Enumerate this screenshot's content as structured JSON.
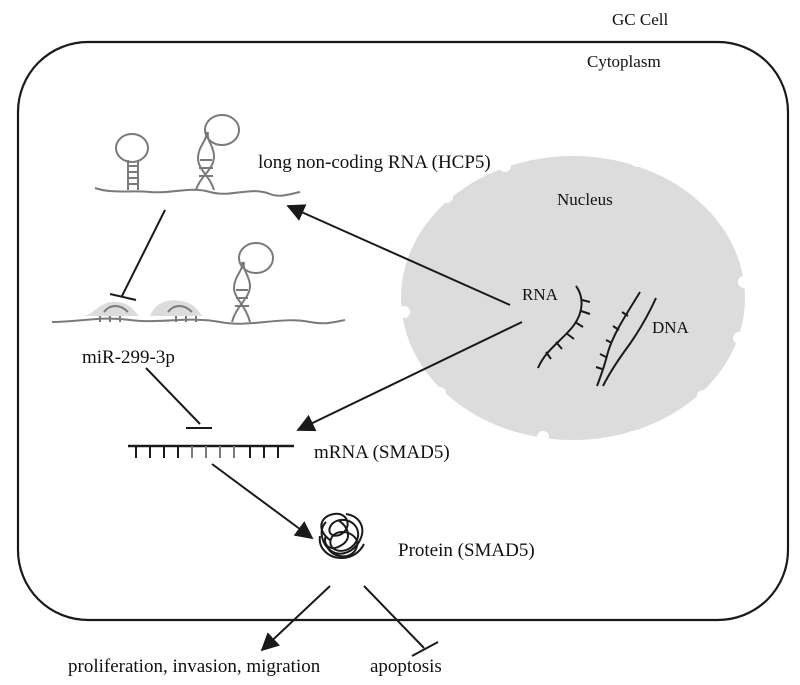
{
  "labels": {
    "gc_cell": "GC Cell",
    "cytoplasm": "Cytoplasm",
    "nucleus": "Nucleus",
    "lncrna": "long non-coding RNA (HCP5)",
    "rna": "RNA",
    "dna": "DNA",
    "mirna": "miR-299-3p",
    "mrna": "mRNA (SMAD5)",
    "protein": "Protein (SMAD5)",
    "outcome_promoted": "proliferation, invasion, migration",
    "outcome_inhibited": "apoptosis"
  },
  "colors": {
    "line": "#1a1a1a",
    "strand": "#7a7a7a",
    "nucleus_fill": "#dcdcdc",
    "cell_border": "#1a1a1a"
  }
}
